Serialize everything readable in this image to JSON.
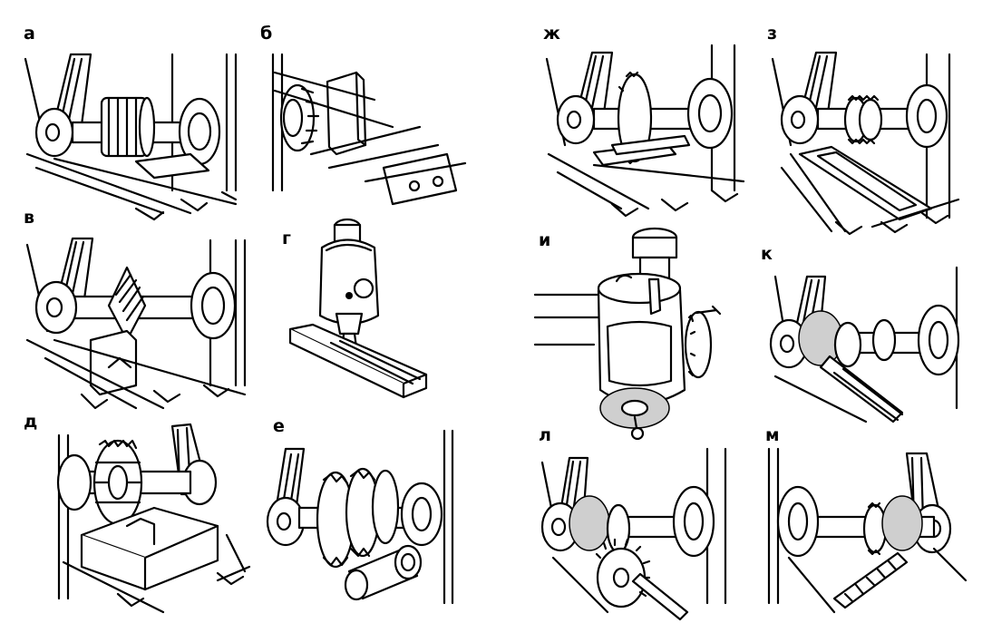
{
  "figure": {
    "panels": [
      {
        "label": "а",
        "icon": "cylindrical-milling-cutter"
      },
      {
        "label": "б",
        "icon": "end-mill-side-milling"
      },
      {
        "label": "в",
        "icon": "angle-milling-cutter"
      },
      {
        "label": "г",
        "icon": "vertical-end-mill"
      },
      {
        "label": "д",
        "icon": "form-milling-cutter"
      },
      {
        "label": "е",
        "icon": "gang-milling-cutters"
      },
      {
        "label": "ж",
        "icon": "slitting-saw"
      },
      {
        "label": "з",
        "icon": "t-slot-cutter"
      },
      {
        "label": "и",
        "icon": "dividing-head"
      },
      {
        "label": "к",
        "icon": "spline-shaft-milling"
      },
      {
        "label": "л",
        "icon": "gear-tooth-milling"
      },
      {
        "label": "м",
        "icon": "helical-groove-milling"
      }
    ]
  }
}
